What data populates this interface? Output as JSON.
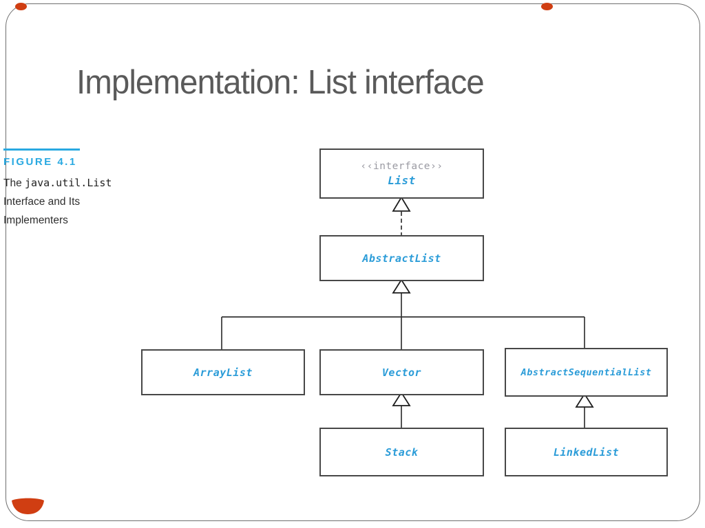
{
  "slide": {
    "title": "Implementation: List interface"
  },
  "figure_caption": {
    "label": "FIGURE 4.1",
    "line1_prefix": "The ",
    "line1_code": "java.util.List",
    "line2": "Interface and Its",
    "line3": "Implementers"
  },
  "diagram": {
    "type": "uml-class-hierarchy",
    "interface_stereotype": "‹‹interface››",
    "nodes": {
      "list": "List",
      "abstract_list": "AbstractList",
      "array_list": "ArrayList",
      "vector": "Vector",
      "abstract_sequential_list": "AbstractSequentialList",
      "stack": "Stack",
      "linked_list": "LinkedList"
    },
    "relations": [
      "AbstractList --implements--> List (dashed)",
      "ArrayList --extends--> AbstractList",
      "Vector --extends--> AbstractList",
      "AbstractSequentialList --extends--> AbstractList",
      "Stack --extends--> Vector",
      "LinkedList --extends--> AbstractSequentialList"
    ]
  },
  "colors": {
    "accent_blue": "#29a9e1",
    "class_name_blue": "#2b9cd8",
    "stereotype_gray": "#9a9aa2",
    "box_border": "#474747",
    "title_gray": "#5a5a5a",
    "decoration_red": "#d03e12"
  }
}
